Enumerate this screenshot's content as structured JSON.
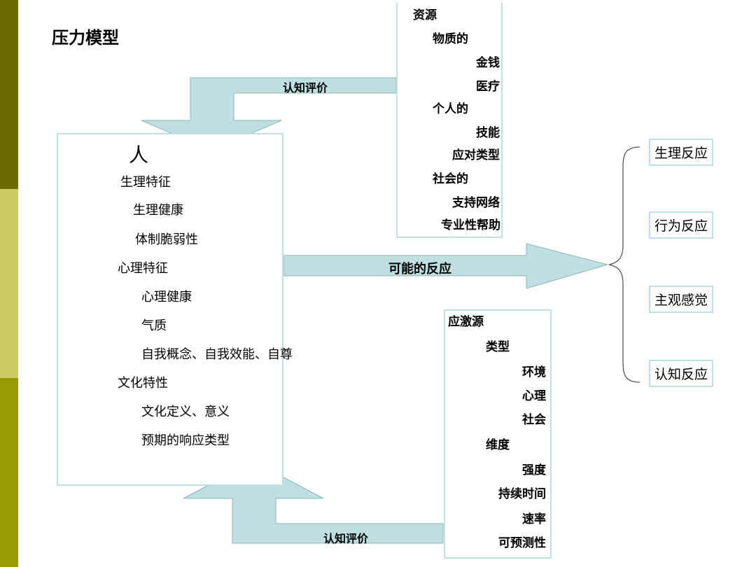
{
  "title": "压力模型",
  "colors": {
    "bar_dark": "#6b6b00",
    "bar_light": "#cccc66",
    "bar_mid": "#999900",
    "arrow_fill": "#bfdfe2",
    "border": "#bfdfe2"
  },
  "resources": {
    "items": [
      "资源",
      "物质的",
      "金钱",
      "医疗",
      "个人的",
      "技能",
      "应对类型",
      "社会的",
      "支持网络",
      "专业性帮助"
    ]
  },
  "arrow_top_label": "认知评价",
  "arrow_bottom_label": "认知评价",
  "arrow_middle_label": "可能的反应",
  "person": {
    "heading": "人",
    "items": [
      "生理特征",
      "生理健康",
      "体制脆弱性",
      "心理特征",
      "心理健康",
      "气质",
      "自我概念、自我效能、自尊",
      "文化特性",
      "文化定义、意义",
      "预期的响应类型"
    ],
    "figure_icon": "human-figure-icon"
  },
  "stressors": {
    "items": [
      "应激源",
      "类型",
      "环境",
      "心理",
      "社会",
      "维度",
      "强度",
      "持续时间",
      "速率",
      "可预测性"
    ]
  },
  "responses": [
    "生理反应",
    "行为反应",
    "主观感觉",
    "认知反应"
  ]
}
